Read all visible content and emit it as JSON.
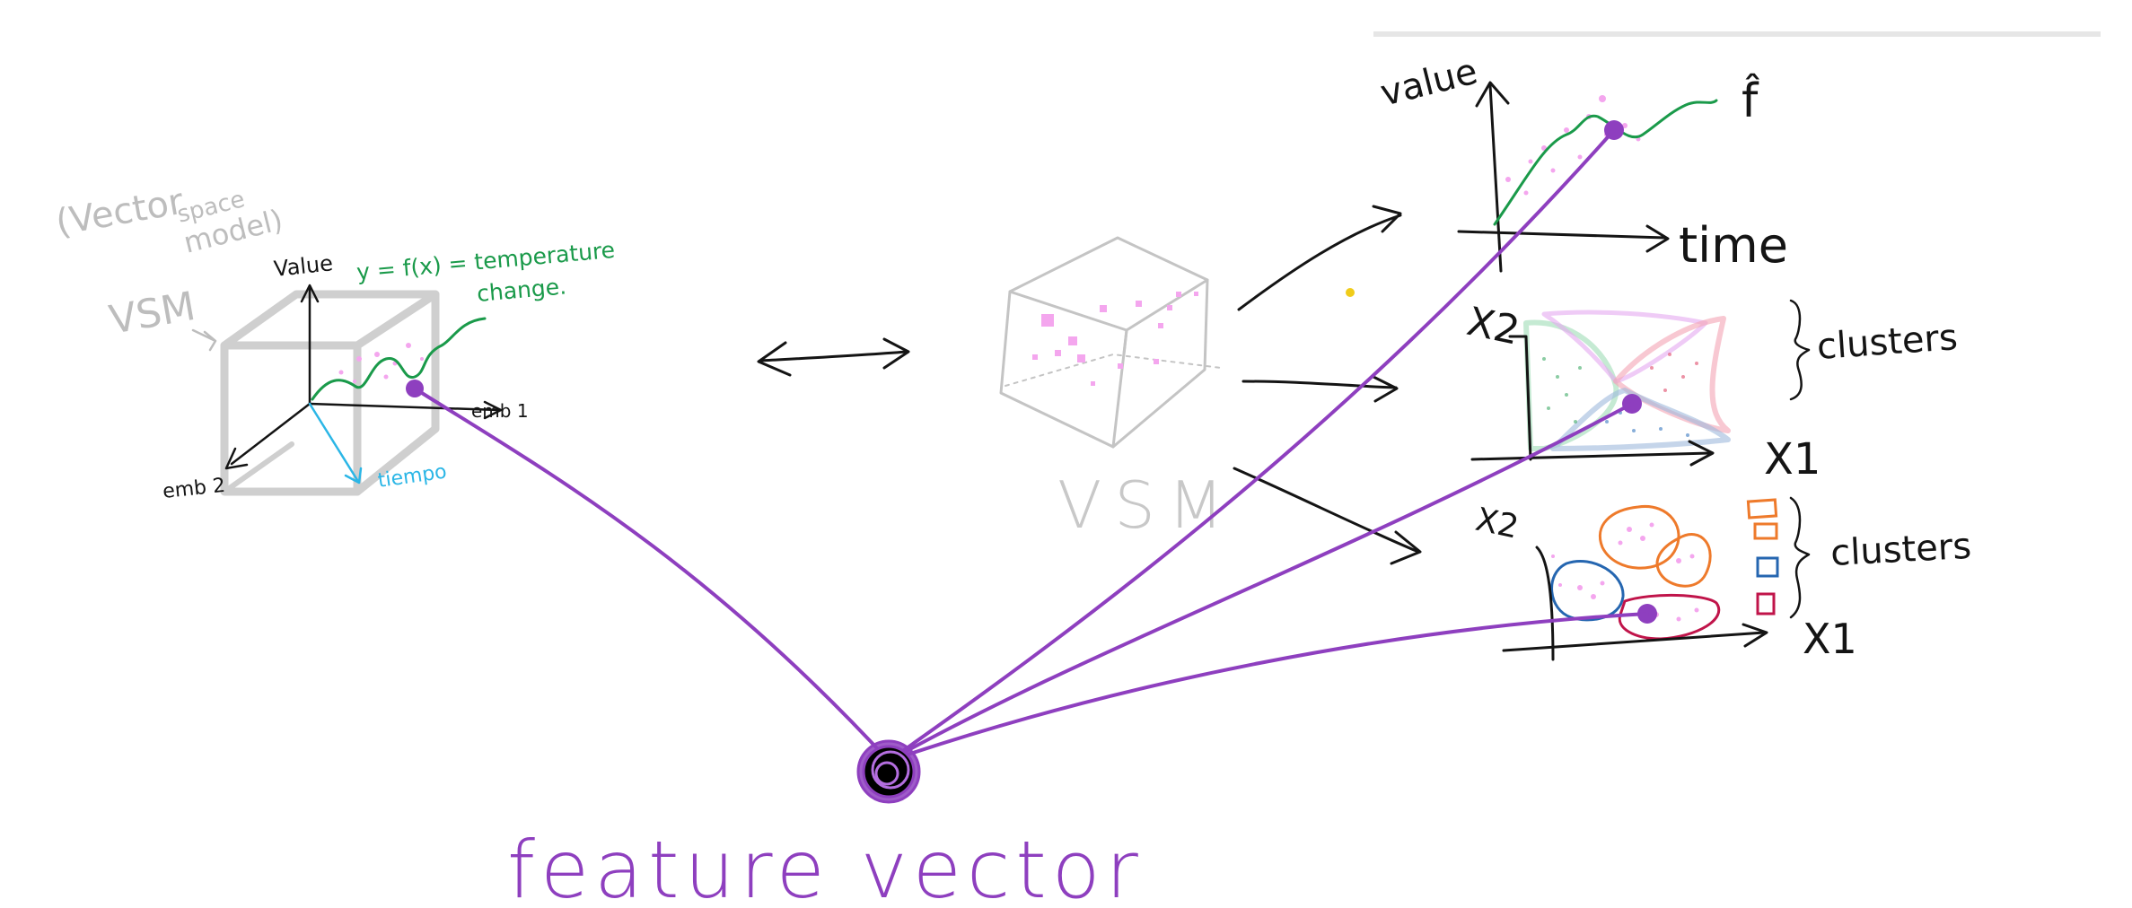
{
  "colors": {
    "black": "#141414",
    "gray": "#bdbdbd",
    "light_gray": "#cfcfcf",
    "green": "#1a9a4a",
    "cyan": "#2bb6e6",
    "purple": "#8e3fbf",
    "pink": "#f4a6ee",
    "orange": "#ee7a2b",
    "blue": "#2566b0",
    "crimson": "#c0144a",
    "cluster_green": "#9fdcb6",
    "cluster_violet": "#e4a8f0",
    "cluster_blue": "#9fb9dc",
    "cluster_red": "#f4a4b4"
  },
  "left_sketch": {
    "vsm_note_line1": "(Vector",
    "vsm_note_line2": "space",
    "vsm_note_line3": "model)",
    "vsm_label": "VSM",
    "axis_value": "Value",
    "equation": "y = f(x) = temperature",
    "equation_cont": "change.",
    "axis_emb1": "emb 1",
    "axis_emb2": "emb 2",
    "axis_time": "tiempo"
  },
  "center_sketch": {
    "cube_label": "VSM"
  },
  "right_top": {
    "axis_value": "value",
    "axis_time": "time",
    "hat_label": "f̂"
  },
  "right_middle": {
    "axis_x2": "X2",
    "axis_x1": "X1",
    "brace_label": "clusters"
  },
  "right_bottom": {
    "axis_x2": "X2",
    "axis_x1": "X1",
    "brace_label": "clusters"
  },
  "bottom": {
    "caption": "feature vector"
  }
}
